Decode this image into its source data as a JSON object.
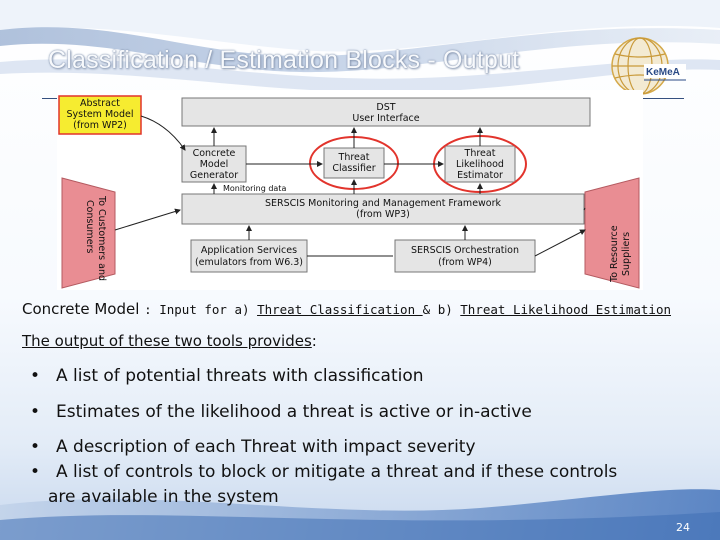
{
  "title": "Classification / Estimation Blocks - Output",
  "logo": {
    "text": "KeMeA"
  },
  "diagram": {
    "boxes": {
      "abstract": [
        "Abstract",
        "System Model",
        "(from WP2)"
      ],
      "dst": [
        "DST",
        "User Interface"
      ],
      "concrete": [
        "Concrete",
        "Model",
        "Generator"
      ],
      "classifier": [
        "Threat",
        "Classifier"
      ],
      "likelihood": [
        "Threat",
        "Likelihood",
        "Estimator"
      ],
      "monitoring_data": "Monitoring data",
      "framework": [
        "SERSCIS Monitoring and Management Framework",
        "(from WP3)"
      ],
      "appservices": [
        "Application Services",
        "(emulators from W6.3)"
      ],
      "orchestration": [
        "SERSCIS Orchestration",
        "(from WP4)"
      ],
      "left_trap": [
        "To Customers and",
        "Consumers"
      ],
      "right_trap": [
        "To Resource",
        "Suppliers"
      ]
    },
    "colors": {
      "highlight_box": "#f4ec34",
      "highlight_ring": "#e8342c",
      "pink": "#e8898f",
      "box": "#e4e4e4"
    }
  },
  "content": {
    "line1": {
      "part1": "Concrete Model",
      "part2": ": Input for ",
      "part3": "a) ",
      "part4": "Threat Classification ",
      "part5": " & b) ",
      "part6": "Threat Likelihood Estimation"
    },
    "line2": {
      "text": "The output of these two tools provides",
      "suffix": ":"
    },
    "bullets": [
      "A list of potential threats with classification",
      "Estimates  of the likelihood a threat is active or in-active",
      "A description of each Threat with impact severity",
      "A list of controls to block or mitigate a threat and if these controls",
      "are  available in the system"
    ],
    "bullet_symbol": "•"
  },
  "page_number": "24"
}
